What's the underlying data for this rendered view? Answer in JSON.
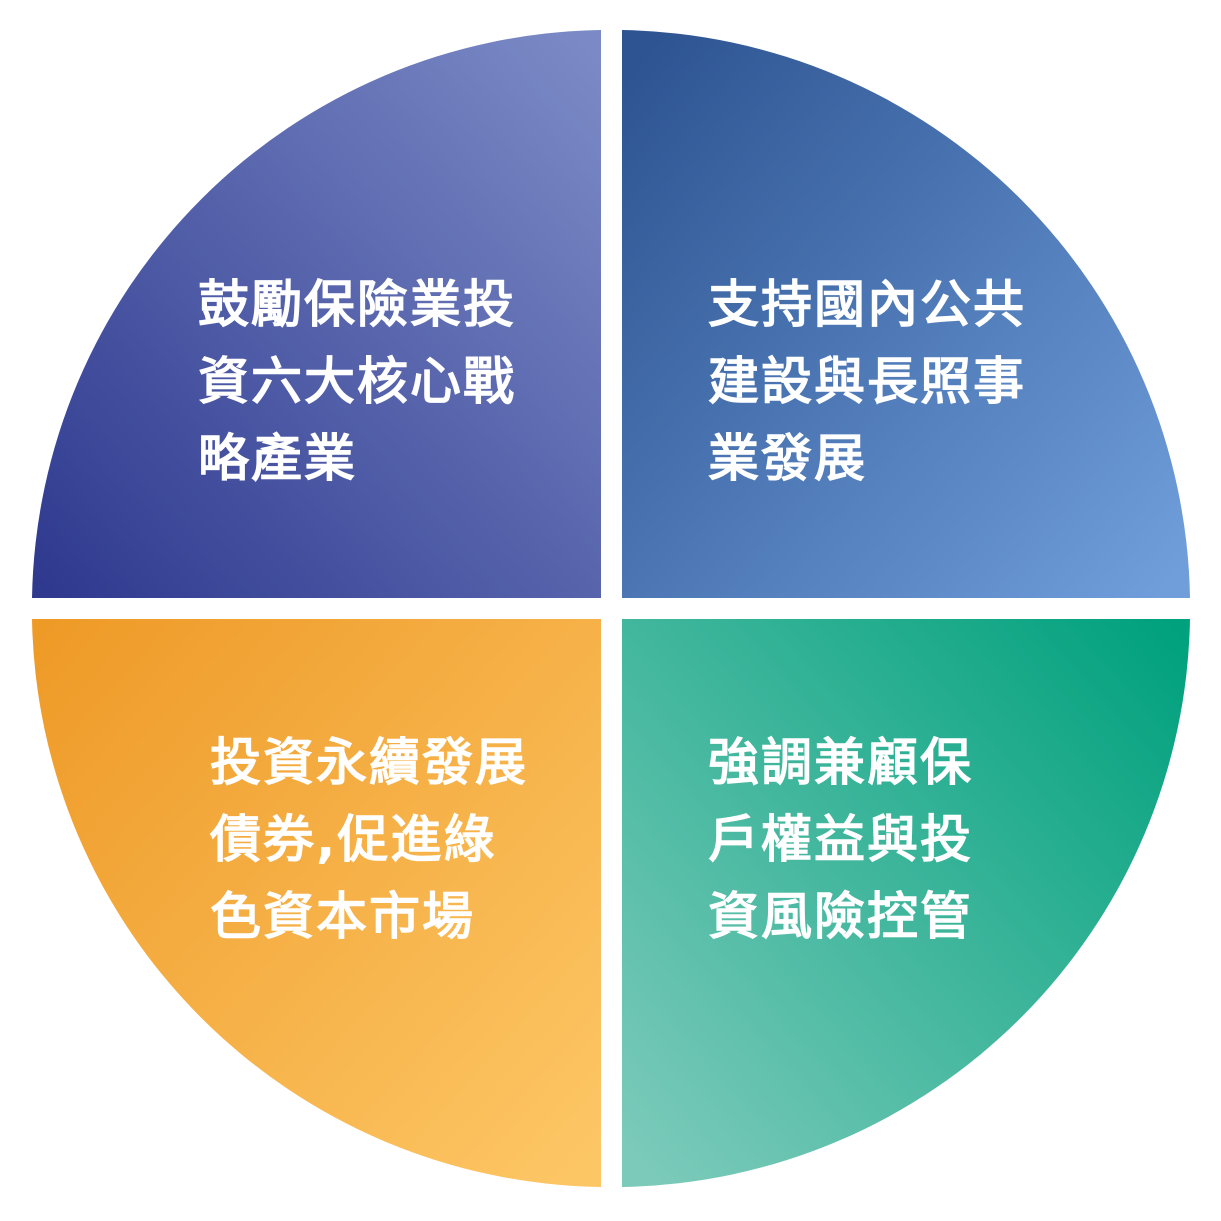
{
  "quadrants": [
    {
      "id": "top-left",
      "lines": [
        "鼓勵保險業投",
        "資六大核心戰",
        "略產業"
      ],
      "colors": [
        "#2f3a8f",
        "#7b8ac6"
      ]
    },
    {
      "id": "top-right",
      "lines": [
        "支持國內公共",
        "建設與長照事",
        "業發展"
      ],
      "colors": [
        "#2e5592",
        "#6f9edb"
      ]
    },
    {
      "id": "bottom-left",
      "lines": [
        "投資永續發展",
        "債券,促進綠",
        "色資本市場"
      ],
      "colors": [
        "#ee9a27",
        "#fdc665"
      ]
    },
    {
      "id": "bottom-right",
      "lines": [
        "強調兼顧保",
        "戶權益與投",
        "資風險控管"
      ],
      "colors": [
        "#7ccaba",
        "#00a17d"
      ]
    }
  ]
}
